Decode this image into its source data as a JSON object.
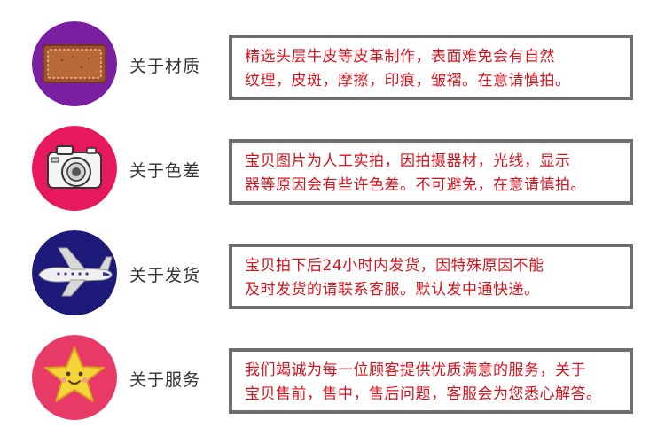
{
  "colors": {
    "text_red": "#d6131d",
    "border_gray": "#6e6e6e",
    "circle_purple": "#7b1fa2",
    "circle_pink": "#e8185c",
    "circle_navy": "#1e1a7a",
    "circle_rose": "#e83a67"
  },
  "items": [
    {
      "label": "关于材质",
      "icon": "leather-patch-icon",
      "lines": [
        "精选头层牛皮等皮革制作，表面难免会有自然",
        "纹理，皮斑，摩擦，印痕，皱褶。在意请慎拍。"
      ]
    },
    {
      "label": "关于色差",
      "icon": "camera-icon",
      "lines": [
        "宝贝图片为人工实拍，因拍摄器材，光线，显示",
        "器等原因会有些许色差。不可避免，在意请慎拍。"
      ]
    },
    {
      "label": "关于发货",
      "icon": "airplane-icon",
      "lines": [
        "宝贝拍下后24小时内发货，因特殊原因不能",
        "及时发货的请联系客服。默认发中通快递。"
      ]
    },
    {
      "label": "关于服务",
      "icon": "smiling-star-icon",
      "lines": [
        "我们竭诚为每一位顾客提供优质满意的服务，关于",
        "宝贝售前，售中，售后问题，客服会为您悉心解答。"
      ]
    }
  ]
}
